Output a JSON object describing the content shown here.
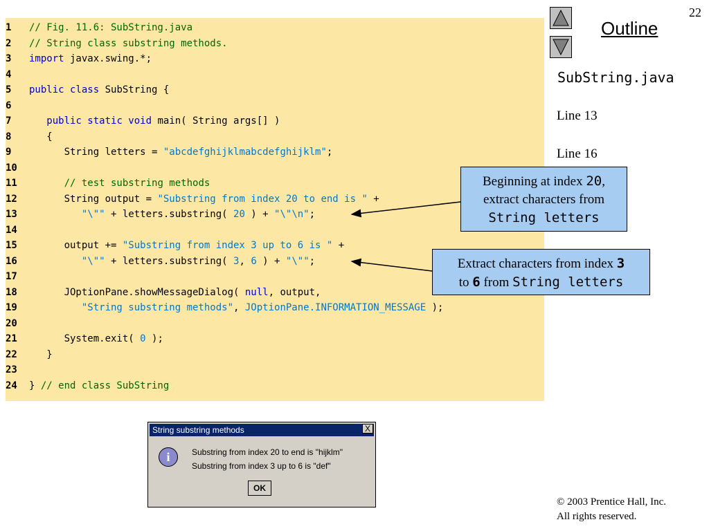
{
  "code": {
    "lines": [
      {
        "n": "1",
        "parts": [
          {
            "c": "cm",
            "t": "// Fig. 11.6: SubString.java"
          }
        ]
      },
      {
        "n": "2",
        "parts": [
          {
            "c": "cm",
            "t": "// String class substring methods."
          }
        ]
      },
      {
        "n": "3",
        "parts": [
          {
            "c": "kw",
            "t": "import"
          },
          {
            "c": "",
            "t": " javax.swing.*;"
          }
        ]
      },
      {
        "n": "4",
        "parts": []
      },
      {
        "n": "5",
        "parts": [
          {
            "c": "kw",
            "t": "public class"
          },
          {
            "c": "",
            "t": " SubString {"
          }
        ]
      },
      {
        "n": "6",
        "parts": []
      },
      {
        "n": "7",
        "parts": [
          {
            "c": "",
            "t": "   "
          },
          {
            "c": "kw",
            "t": "public static void"
          },
          {
            "c": "",
            "t": " main( String args[] )"
          }
        ]
      },
      {
        "n": "8",
        "parts": [
          {
            "c": "",
            "t": "   {"
          }
        ]
      },
      {
        "n": "9",
        "parts": [
          {
            "c": "",
            "t": "      String letters = "
          },
          {
            "c": "st",
            "t": "\"abcdefghijklmabcdefghijklm\""
          },
          {
            "c": "",
            "t": ";"
          }
        ]
      },
      {
        "n": "10",
        "parts": []
      },
      {
        "n": "11",
        "parts": [
          {
            "c": "",
            "t": "      "
          },
          {
            "c": "cm",
            "t": "// test substring methods"
          }
        ]
      },
      {
        "n": "12",
        "parts": [
          {
            "c": "",
            "t": "      String output = "
          },
          {
            "c": "st",
            "t": "\"Substring from index 20 to end is \""
          },
          {
            "c": "",
            "t": " +"
          }
        ]
      },
      {
        "n": "13",
        "parts": [
          {
            "c": "",
            "t": "         "
          },
          {
            "c": "st",
            "t": "\"\\\"\""
          },
          {
            "c": "",
            "t": " + letters.substring( "
          },
          {
            "c": "nm",
            "t": "20"
          },
          {
            "c": "",
            "t": " ) + "
          },
          {
            "c": "st",
            "t": "\"\\\"\\n\""
          },
          {
            "c": "",
            "t": ";"
          }
        ]
      },
      {
        "n": "14",
        "parts": []
      },
      {
        "n": "15",
        "parts": [
          {
            "c": "",
            "t": "      output += "
          },
          {
            "c": "st",
            "t": "\"Substring from index 3 up to 6 is \""
          },
          {
            "c": "",
            "t": " +"
          }
        ]
      },
      {
        "n": "16",
        "parts": [
          {
            "c": "",
            "t": "         "
          },
          {
            "c": "st",
            "t": "\"\\\"\""
          },
          {
            "c": "",
            "t": " + letters.substring( "
          },
          {
            "c": "nm",
            "t": "3"
          },
          {
            "c": "",
            "t": ", "
          },
          {
            "c": "nm",
            "t": "6"
          },
          {
            "c": "",
            "t": " ) + "
          },
          {
            "c": "st",
            "t": "\"\\\"\""
          },
          {
            "c": "",
            "t": ";"
          }
        ]
      },
      {
        "n": "17",
        "parts": []
      },
      {
        "n": "18",
        "parts": [
          {
            "c": "",
            "t": "      JOptionPane.showMessageDialog( "
          },
          {
            "c": "kw",
            "t": "null"
          },
          {
            "c": "",
            "t": ", output,"
          }
        ]
      },
      {
        "n": "19",
        "parts": [
          {
            "c": "",
            "t": "         "
          },
          {
            "c": "st",
            "t": "\"String substring methods\""
          },
          {
            "c": "",
            "t": ", "
          },
          {
            "c": "ty",
            "t": "JOptionPane.INFORMATION_MESSAGE"
          },
          {
            "c": "",
            "t": " );"
          }
        ]
      },
      {
        "n": "20",
        "parts": []
      },
      {
        "n": "21",
        "parts": [
          {
            "c": "",
            "t": "      System.exit( "
          },
          {
            "c": "nm",
            "t": "0"
          },
          {
            "c": "",
            "t": " );"
          }
        ]
      },
      {
        "n": "22",
        "parts": [
          {
            "c": "",
            "t": "   }"
          }
        ]
      },
      {
        "n": "23",
        "parts": []
      },
      {
        "n": "24",
        "parts": [
          {
            "c": "",
            "t": "} "
          },
          {
            "c": "cm",
            "t": "// end class SubString"
          }
        ]
      }
    ]
  },
  "header": {
    "page_number": "22",
    "outline_label": "Outline",
    "nav_up_icon": "triangle-up-icon",
    "nav_down_icon": "triangle-down-icon"
  },
  "sidebar": {
    "file": "SubString.java",
    "line_a": "Line 13",
    "line_b": "Line 16"
  },
  "callouts": {
    "first": {
      "pre": "Beginning at index ",
      "num": "20",
      "post": ",",
      "line2": "extract characters from",
      "code": "String letters"
    },
    "second": {
      "pre": "Extract characters from index ",
      "num": "3",
      "line2_pre": "to ",
      "num2": "6",
      "line2_mid": " from ",
      "code": "String letters"
    }
  },
  "dialog": {
    "title": "String substring methods",
    "close_label": "X",
    "icon": "info-icon",
    "message_1": "Substring from index 20 to end is \"hijklm\"",
    "message_2": "Substring from index 3 up to 6 is \"def\"",
    "ok_label": "OK"
  },
  "footer": {
    "copyright_1": "© 2003 Prentice Hall, Inc.",
    "copyright_2": "All rights reserved."
  }
}
